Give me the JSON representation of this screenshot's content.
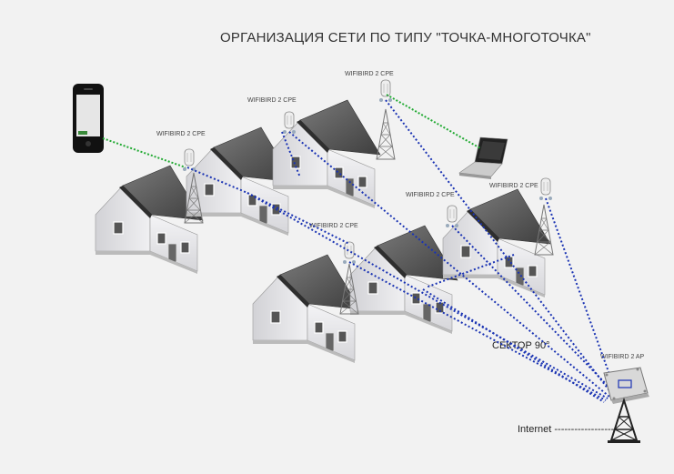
{
  "title": "ОРГАНИЗАЦИЯ СЕТИ ПО ТИПУ \"ТОЧКА-МНОГОТОЧКА\"",
  "cpe_labels": [
    "WIFIBIRD 2 CPE",
    "WIFIBIRD 2 CPE",
    "WIFIBIRD 2 CPE",
    "WIFIBIRD 2 CPE",
    "WIFIBIRD 2 CPE",
    "WIFIBIRD 2 CPE"
  ],
  "ap_label": "WIFIBIRD 2 AP",
  "sector_label": "СЕКТОР 90°",
  "internet_label": "Internet",
  "colors": {
    "wireless_link": "#1a33b3",
    "client_link": "#22aa33",
    "roof": "#5a5a5a",
    "wall": "#e8e8ea"
  }
}
